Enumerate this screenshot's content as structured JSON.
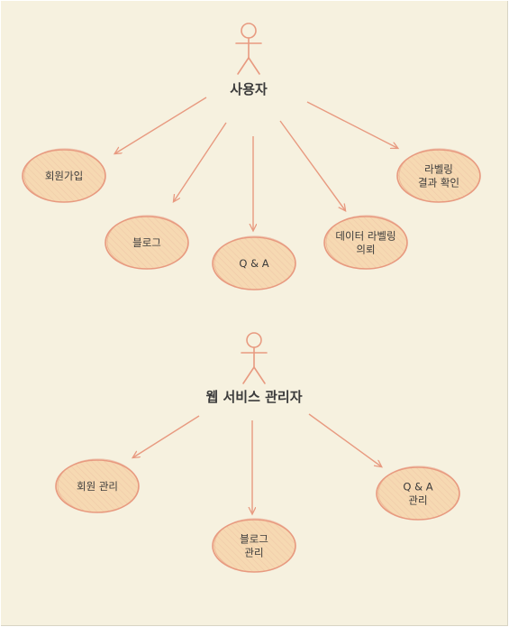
{
  "colors": {
    "background": "#f6f1df",
    "stroke": "#e89a80",
    "fill": "#f6d9b2",
    "hatch": "#f0c9a8",
    "text": "#3b3b3b"
  },
  "actors": [
    {
      "id": "user",
      "label": "사용자"
    },
    {
      "id": "admin",
      "label": "웹 서비스 관리자"
    }
  ],
  "use_cases": [
    {
      "id": "signup",
      "lines": [
        "회원가입"
      ]
    },
    {
      "id": "blog",
      "lines": [
        "블로그"
      ]
    },
    {
      "id": "qa",
      "lines": [
        "Q & A"
      ]
    },
    {
      "id": "data_labeling",
      "lines": [
        "데이터 라벨링",
        "의뢰"
      ]
    },
    {
      "id": "label_result",
      "lines": [
        "라벨링",
        "결과 확인"
      ]
    },
    {
      "id": "member_mgmt",
      "lines": [
        "회원 관리"
      ]
    },
    {
      "id": "blog_mgmt",
      "lines": [
        "블로그",
        "관리"
      ]
    },
    {
      "id": "qa_mgmt",
      "lines": [
        "Q & A",
        "관리"
      ]
    }
  ],
  "associations": [
    {
      "from": "user",
      "to": "signup"
    },
    {
      "from": "user",
      "to": "blog"
    },
    {
      "from": "user",
      "to": "qa"
    },
    {
      "from": "user",
      "to": "data_labeling"
    },
    {
      "from": "user",
      "to": "label_result"
    },
    {
      "from": "admin",
      "to": "member_mgmt"
    },
    {
      "from": "admin",
      "to": "blog_mgmt"
    },
    {
      "from": "admin",
      "to": "qa_mgmt"
    }
  ]
}
